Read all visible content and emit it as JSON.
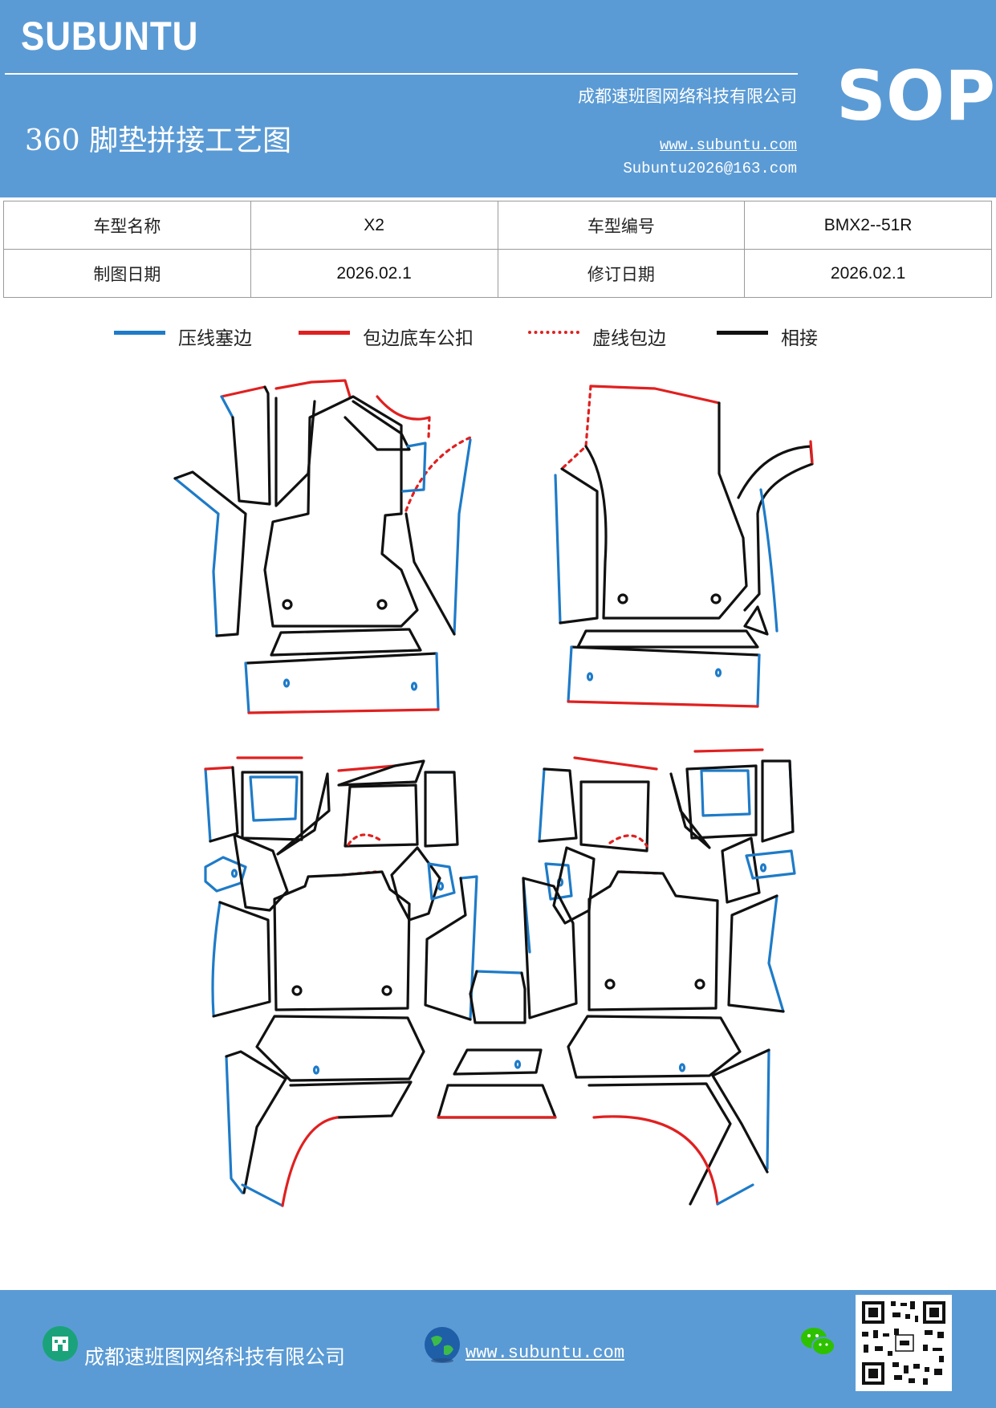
{
  "header": {
    "brand": "SUBUNTU",
    "company": "成都速班图网络科技有限公司",
    "title": "360 脚垫拼接工艺图",
    "website": "www.subuntu.com",
    "email": "Subuntu2026@163.com",
    "badge": "SOP"
  },
  "info_table": {
    "rows": [
      {
        "label1": "车型名称",
        "value1": "X2",
        "label2": "车型编号",
        "value2": "BMX2--51R"
      },
      {
        "label1": "制图日期",
        "value1": "2026.02.1",
        "label2": "修订日期",
        "value2": "2026.02.1"
      }
    ]
  },
  "legend": [
    {
      "label": "压线塞边",
      "color": "#1e7bc8",
      "style": "solid"
    },
    {
      "label": "包边底车公扣",
      "color": "#e02020",
      "style": "solid"
    },
    {
      "label": "虚线包边",
      "color": "#e02020",
      "style": "dotted"
    },
    {
      "label": "相接",
      "color": "#111111",
      "style": "solid"
    }
  ],
  "footer": {
    "company": "成都速班图网络科技有限公司",
    "website": "www.subuntu.com",
    "icons": [
      "building-icon",
      "globe-icon",
      "wechat-icon",
      "qr-code"
    ]
  }
}
